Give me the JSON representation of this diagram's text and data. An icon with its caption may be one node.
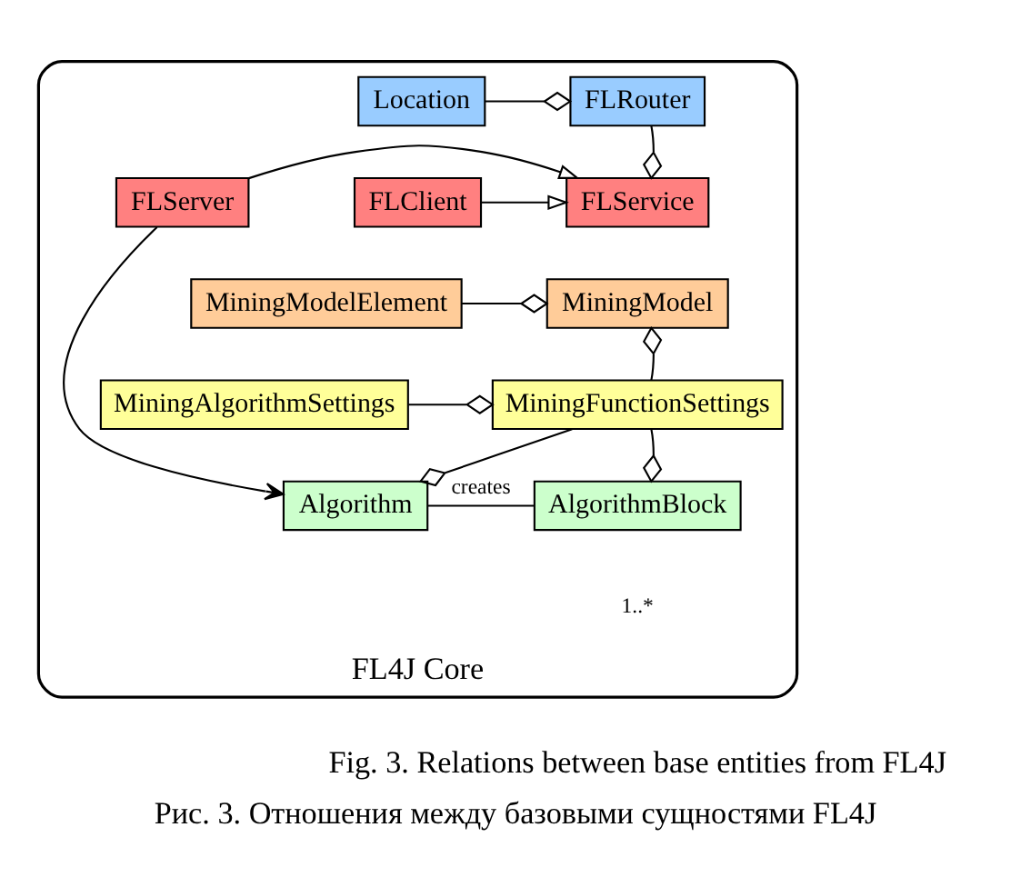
{
  "diagram": {
    "caption": "Рис. 3. Отношения между базовыми сущностями FL4J",
    "nodes": [
      {
        "text": [
          "FL4J Core"
        ]
      },
      {
        "text": [
          "FLRouter"
        ],
        "in": 0
      },
      {
        "text": [
          "Location"
        ],
        "in": 0
      },
      {
        "text": [
          "FLClient"
        ],
        "in": 0
      },
      {
        "text": [
          "FLService"
        ],
        "in": 0
      },
      {
        "text": [
          "FLServer"
        ],
        "in": 0
      },
      {
        "text": [
          "MiningModel"
        ],
        "in": 0
      },
      {
        "text": [
          "MiningModelElement"
        ],
        "in": 0
      },
      {
        "text": [
          "MiningFunctionSettings"
        ],
        "in": 0
      },
      {
        "text": [
          "MiningAlgorithmSettings"
        ],
        "in": 0
      },
      {
        "text": [
          "AlgorithmBlock"
        ],
        "in": 0
      },
      {
        "text": [
          "Algorithm"
        ],
        "in": 0
      }
    ],
    "edges": [
      {
        "from": 1,
        "to": 4,
        "arrow": "other"
      },
      {
        "from": 2,
        "to": 1,
        "arrow": "other"
      },
      {
        "from": 3,
        "to": 4,
        "arrow": "to"
      },
      {
        "from": 5,
        "to": 4,
        "arrow": "to"
      },
      {
        "from": 5,
        "to": 11,
        "arrow": "to"
      },
      {
        "from": 7,
        "to": 6,
        "arrow": "other"
      },
      {
        "from": 8,
        "to": 6,
        "arrow": "other"
      },
      {
        "from": 9,
        "to": 8,
        "arrow": "other"
      },
      {
        "from": 8,
        "to": 11,
        "arrow": "other"
      },
      {
        "from": 8,
        "to": 10,
        "arrow": "other"
      },
      {
        "from": 11,
        "to": 10,
        "arrow": "none",
        "label": "creates"
      }
    ],
    "labels": [
      "1..*",
      "Fig. 3. Relations between base entities from FL4J"
    ]
  }
}
